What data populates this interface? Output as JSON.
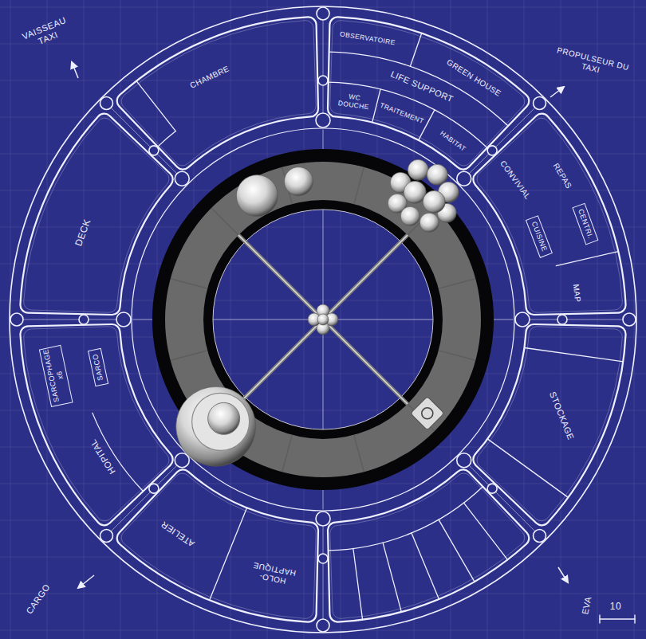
{
  "diagram": {
    "nodes": [
      {
        "text": [
          "CHAMBRE"
        ]
      },
      {
        "text": [
          "OBSERVATOIRE"
        ]
      },
      {
        "text": [
          "GREEN HOUSE"
        ]
      },
      {
        "text": [
          "LIFE SUPPORT"
        ]
      },
      {
        "text": [
          "WC DOUCHE"
        ]
      },
      {
        "text": [
          "TRAITEMENT"
        ]
      },
      {
        "text": [
          "HABITAT"
        ]
      },
      {
        "text": [
          "REPAS"
        ]
      },
      {
        "text": [
          "CONVIVIAL"
        ]
      },
      {
        "text": [
          "CUISINE"
        ]
      },
      {
        "text": [
          "CENTRI."
        ]
      },
      {
        "text": [
          "MAP"
        ]
      },
      {
        "text": [
          "STOCKAGE"
        ]
      },
      {
        "text": [
          "HOLO- HAPTIQUE"
        ]
      },
      {
        "text": [
          "ATELIER"
        ]
      },
      {
        "text": [
          "HOPITAL"
        ]
      },
      {
        "text": [
          "SARCOPHAGE x6"
        ]
      },
      {
        "text": [
          "SARCO"
        ]
      },
      {
        "text": [
          "DECK"
        ]
      }
    ],
    "labels": [
      "VAISSEAU TAXI",
      "PROPULSEUR DU TAXI",
      "CARGO",
      "EVA",
      "10"
    ]
  }
}
